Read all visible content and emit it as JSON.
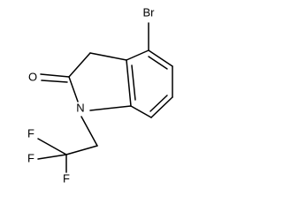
{
  "molecule": {
    "atoms": {
      "bromine": "Br",
      "oxygen": "O",
      "nitrogen": "N",
      "fluorine_1": "F",
      "fluorine_2": "F",
      "fluorine_3": "F"
    }
  }
}
